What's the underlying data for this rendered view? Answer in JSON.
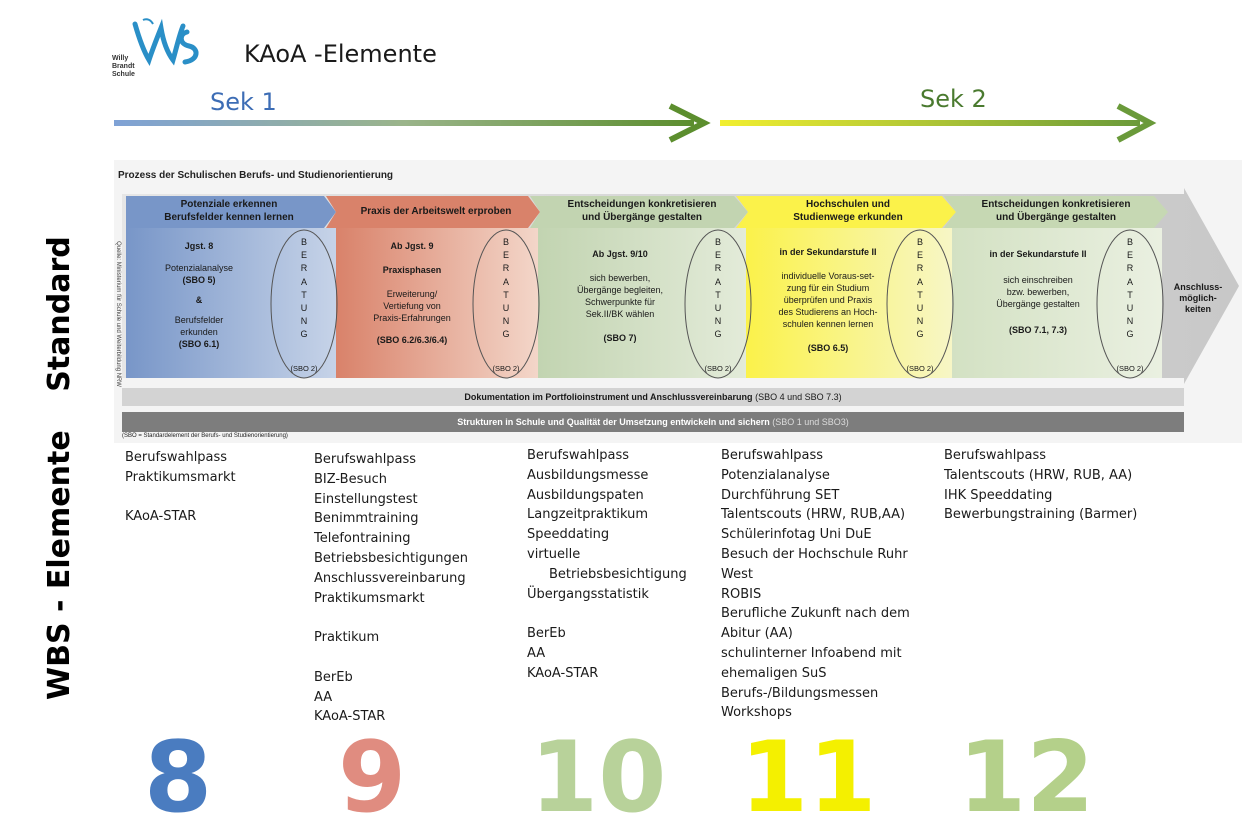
{
  "header": {
    "logo_lines": [
      "Willy",
      "Brandt",
      "Schule"
    ],
    "title": "KAoA -Elemente",
    "sek1": "Sek 1",
    "sek2": "Sek 2"
  },
  "side_labels": {
    "standard": "Standard",
    "wbs": "WBS - Elemente"
  },
  "process": {
    "title": "Prozess der Schulischen Berufs- und Studienorientierung",
    "source_note": "Quelle: Ministerium für Schule und Weiterbildung NRW",
    "phases": [
      {
        "head": [
          "Potenziale erkennen",
          "Berufsfelder kennen lernen"
        ],
        "body": [
          "Jgst. 8",
          "",
          "Potenzialanalyse",
          "(SBO 5)",
          "",
          "&",
          "",
          "Berufsfelder",
          "erkunden",
          "(SBO 6.1)"
        ]
      },
      {
        "head": [
          "Praxis der Arbeitswelt erproben"
        ],
        "body": [
          "Ab Jgst. 9",
          "",
          "Praxisphasen",
          "",
          "Erweiterung/",
          "Vertiefung von",
          "Praxis-Erfahrungen",
          "",
          "(SBO 6.2/6.3/6.4)"
        ]
      },
      {
        "head": [
          "Entscheidungen konkretisieren",
          "und Übergänge gestalten"
        ],
        "body": [
          "Ab Jgst. 9/10",
          "",
          "sich bewerben,",
          "Übergänge begleiten,",
          "Schwerpunkte für",
          "Sek.II/BK wählen",
          "",
          "(SBO 7)"
        ]
      },
      {
        "head": [
          "Hochschulen und",
          "Studienwege erkunden"
        ],
        "body": [
          "in der Sekundarstufe II",
          "",
          "individuelle Voraus-set-",
          "zung für ein Studium",
          "überprüfen und Praxis",
          "des Studierens an Hoch-",
          "schulen kennen lernen",
          "",
          "(SBO 6.5)"
        ]
      },
      {
        "head": [
          "Entscheidungen konkretisieren",
          "und Übergänge gestalten"
        ],
        "body": [
          "in der Sekundarstufe II",
          "",
          "sich einschreiben",
          "bzw. bewerben,",
          "Übergänge gestalten",
          "",
          "(SBO 7.1, 7.3)"
        ]
      }
    ],
    "beratung_letters": [
      "B",
      "E",
      "R",
      "A",
      "T",
      "U",
      "N",
      "G"
    ],
    "beratung_sbo": "(SBO 2)",
    "anschluss": [
      "Anschluss-",
      "möglich-",
      "keiten"
    ],
    "doc_bar_main": "Dokumentation im Portfolioinstrument und Anschlussvereinbarung",
    "doc_bar_ref": "(SBO 4 und SBO 7.3)",
    "struct_bar_main": "Strukturen in Schule und Qualität der Umsetzung entwickeln und sichern",
    "struct_bar_ref": "(SBO 1 und SBO3)",
    "footnote": "(SBO = Standardelement der Berufs- und Studienorientierung)"
  },
  "wbs_columns": [
    [
      "Berufswahlpass",
      "Praktikumsmarkt",
      "",
      "KAoA-STAR"
    ],
    [
      "Berufswahlpass",
      "BIZ-Besuch",
      "Einstellungstest",
      "Benimmtraining",
      "Telefontraining",
      "Betriebsbesichtigungen",
      "Anschlussvereinbarung",
      "Praktikumsmarkt",
      "",
      "Praktikum",
      "",
      "BerEb",
      "AA",
      "KAoA-STAR"
    ],
    [
      "Berufswahlpass",
      "Ausbildungsmesse",
      "Ausbildungspaten",
      "Langzeitpraktikum",
      "Speeddating",
      "virtuelle",
      "Betriebsbesichtigung",
      "Übergangsstatistik",
      "",
      "BerEb",
      "AA",
      "KAoA-STAR"
    ],
    [
      "Berufswahlpass",
      "Potenzialanalyse",
      "Durchführung SET",
      "Talentscouts (HRW, RUB,AA)",
      "Schülerinfotag Uni DuE",
      "Besuch der Hochschule Ruhr",
      "West",
      "ROBIS",
      "Berufliche Zukunft nach dem",
      "Abitur (AA)",
      "schulinterner Infoabend mit",
      "ehemaligen SuS",
      "Berufs-/Bildungsmessen",
      "Workshops"
    ],
    [
      "Berufswahlpass",
      "Talentscouts (HRW, RUB, AA)",
      "IHK Speeddating",
      "Bewerbungstraining (Barmer)"
    ]
  ],
  "grades": [
    "8",
    "9",
    "10",
    "11",
    "12"
  ],
  "colors": {
    "grade_8": "#4a7cc0",
    "grade_9": "#e08c80",
    "grade_10": "#b8d29a",
    "grade_11": "#f4f000",
    "grade_12": "#b4d08a",
    "arrow_green": "#6a9a3a",
    "sek1_blue": "#3d6db5"
  }
}
